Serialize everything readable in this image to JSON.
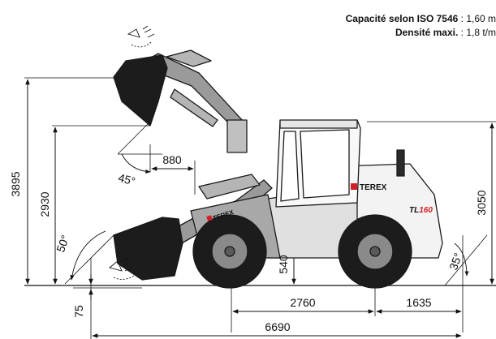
{
  "header": {
    "capacity_label": "Capacité selon ISO 7546",
    "capacity_value": " : 1,60 m",
    "density_label": "Densité maxi.",
    "density_value": " : 1,8 t/m"
  },
  "machine": {
    "brand": "TEREX",
    "model": "TL160",
    "model_prefix": "TL",
    "model_number": "160",
    "colors": {
      "body": "#f3f3f3",
      "outline": "#1a1a1a",
      "tire": "#1c1c1c",
      "hub": "#8a8a8a",
      "brand_red": "#d21f26",
      "arm": "#9a9a9a"
    }
  },
  "dimensions": {
    "max_pivot_height": "3895",
    "dump_height": "2930",
    "cab_height": "3050",
    "dump_reach": "880",
    "ground_clearance": "540",
    "wheelbase": "2760",
    "rear_overhang": "1635",
    "overall_length": "6690",
    "dig_depth": "75"
  },
  "angles": {
    "dump_angle": "45°",
    "rollback_angle": "50°",
    "departure_angle": "35°"
  }
}
